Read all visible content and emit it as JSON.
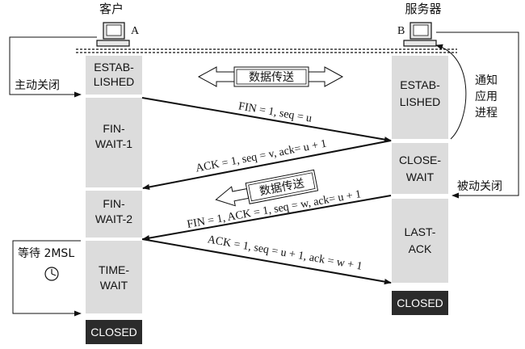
{
  "client": {
    "title": "客户",
    "host": "A"
  },
  "server": {
    "title": "服务器",
    "host": "B"
  },
  "client_states": {
    "established": [
      "ESTAB-",
      "LISHED"
    ],
    "fin_wait_1": [
      "FIN-",
      "WAIT-1"
    ],
    "fin_wait_2": [
      "FIN-",
      "WAIT-2"
    ],
    "time_wait": [
      "TIME-",
      "WAIT"
    ],
    "closed": "CLOSED"
  },
  "server_states": {
    "established": [
      "ESTAB-",
      "LISHED"
    ],
    "close_wait": [
      "CLOSE-",
      "WAIT"
    ],
    "last_ack": [
      "LAST-",
      "ACK"
    ],
    "closed": "CLOSED"
  },
  "messages": {
    "fin1": "FIN = 1, seq = u",
    "ack1": "ACK = 1, seq = v, ack= u + 1",
    "fin2": "FIN = 1, ACK = 1, seq = w, ack= u + 1",
    "ack2": "ACK = 1, seq = u + 1, ack = w + 1"
  },
  "labels": {
    "active_close": "主动关闭",
    "passive_close": "被动关闭",
    "notify_app": [
      "通知",
      "应用",
      "进程"
    ],
    "data_transfer_both": "数据传送",
    "data_transfer_one": "数据传送",
    "wait_2msl": "等待 2MSL"
  },
  "colors": {
    "state_fill": "#dcdcdc",
    "closed_fill": "#2b2b2b"
  }
}
